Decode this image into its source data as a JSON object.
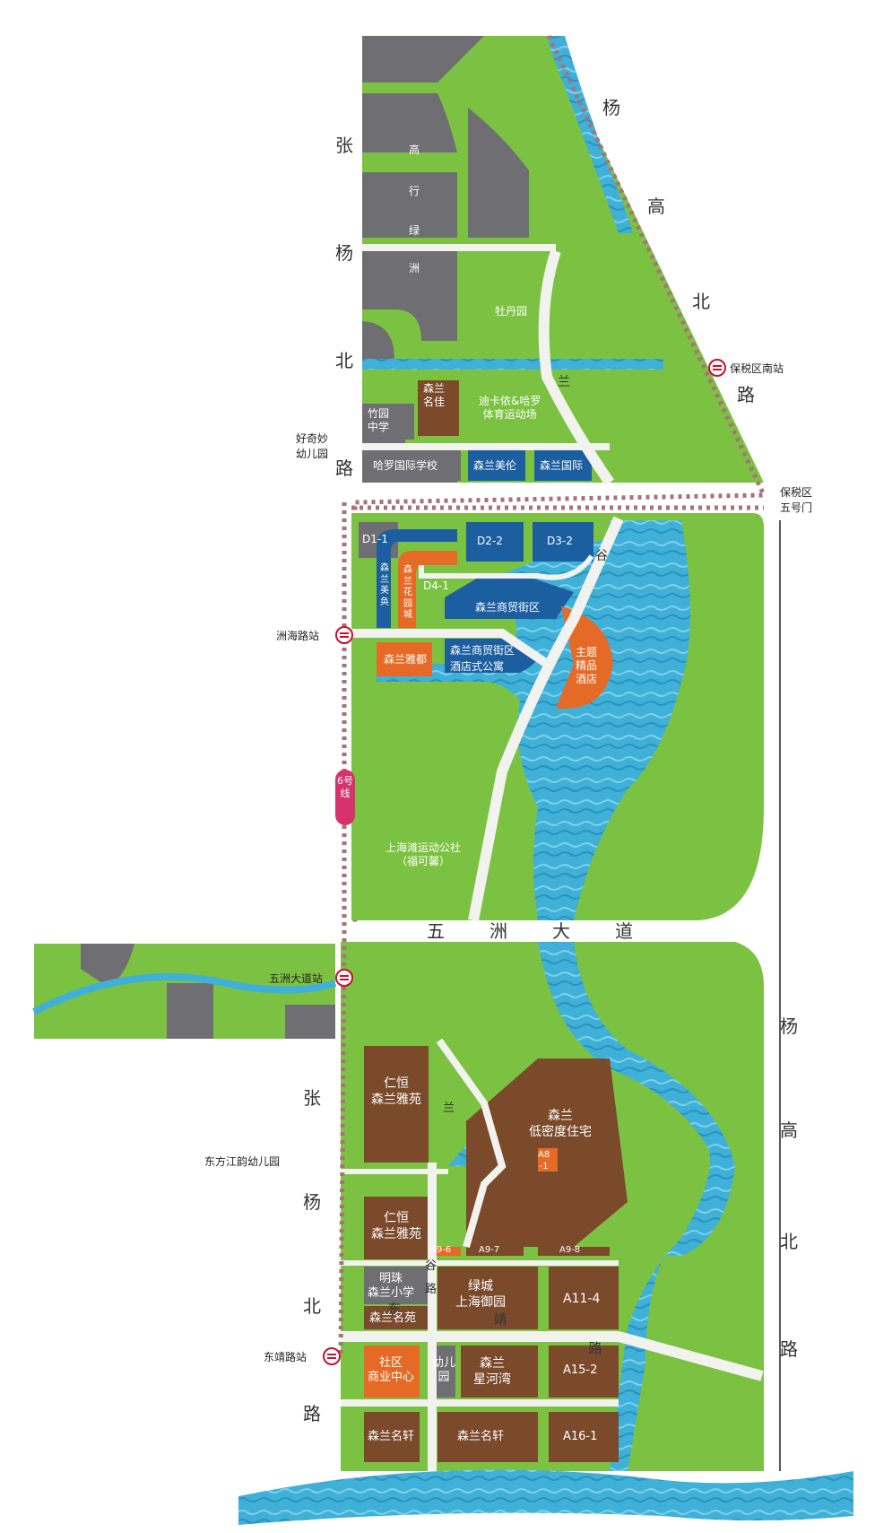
{
  "roads": {
    "zhangyang_north": [
      "张",
      "杨",
      "北",
      "路"
    ],
    "yanggao_north_top": [
      "杨",
      "高",
      "北",
      "路"
    ],
    "lan": "兰",
    "gu": "谷",
    "wuzhou": [
      "五",
      "洲",
      "大",
      "道"
    ],
    "gaoxing_lvzhou": [
      "高",
      "行",
      "绿",
      "洲"
    ],
    "zhangyang_north_bottom": [
      "张",
      "杨",
      "北",
      "路"
    ],
    "yanggao_north_bottom": [
      "杨",
      "高",
      "北",
      "路"
    ],
    "dongjing": [
      "东",
      "靖",
      "路"
    ],
    "lan2": "兰",
    "gu2": "谷",
    "lu": "路"
  },
  "stations": {
    "baoshui_south": "保税区南站",
    "baoshui_gate5": "保税区\n五号门",
    "zhouhai": "洲海路站",
    "wuzhou_avenue": "五洲大道站",
    "dongjing": "东靖路站",
    "line6": "6号线"
  },
  "pois": {
    "haoqimiao": "好奇妙\n幼儿园",
    "dongfang_jiangyun": "东方江韵幼儿园"
  },
  "parcels": {
    "mudan": "牡丹园",
    "sports_park": "迪卡侬&哈罗\n体育运动场",
    "senlan_mingjia": "森兰\n名佳",
    "zhulin": "竹园\n中学",
    "haluo_school": "哈罗国际学校",
    "senlan_meilun": "森兰美伦",
    "senlan_guoji": "森兰国际",
    "d1_1": "D1-1",
    "d2_2": "D2-2",
    "d3_2": "D3-2",
    "d4_1": "D4-1",
    "senlan_meiju": "森\n兰\n美\n奂",
    "senlan_huayuan": "森\n兰\n花\n园\n城",
    "shangmao1": "森兰商贸街区",
    "shangmao2": "森兰商贸街区",
    "hotel_apartment": "酒店式公寓",
    "senlan_yadu": "森兰雅都",
    "theme_hotel": "主题\n精品\n酒店",
    "sports_club": "上海滩运动公社\n（福可馨）",
    "rengheng_yayuan1": "仁恒\n森兰雅苑",
    "low_density": "森兰\n低密度住宅",
    "a8_1": "A8\n-1",
    "rengheng_yayuan2": "仁恒\n森兰雅苑",
    "a9_6": "A9-6",
    "a9_7": "A9-7",
    "a9_8": "A9-8",
    "mingzhu_school": "明珠\n森兰小学",
    "senlan_mingyuan": "森兰名苑",
    "lvcheng": "绿城\n上海御园",
    "a11_4": "A11-4",
    "community_center": "社区\n商业中心",
    "kindergarten": "幼儿\n园",
    "xinghewan": "森兰\n星河湾",
    "a15_2": "A15-2",
    "senlan_mingxuan1": "森兰名轩",
    "senlan_mingxuan2": "森兰名轩",
    "a16_1": "A16-1"
  },
  "colors": {
    "green": "#7cc242",
    "gray": "#6f6f73",
    "brown": "#7a4a2b",
    "blue": "#1c5fa0",
    "orange": "#e56a25",
    "water": "#3fb0d8",
    "road": "#f2f2ee",
    "metro_red": "#c8102e",
    "line6": "#d6336c",
    "rail": "#a8727a"
  }
}
